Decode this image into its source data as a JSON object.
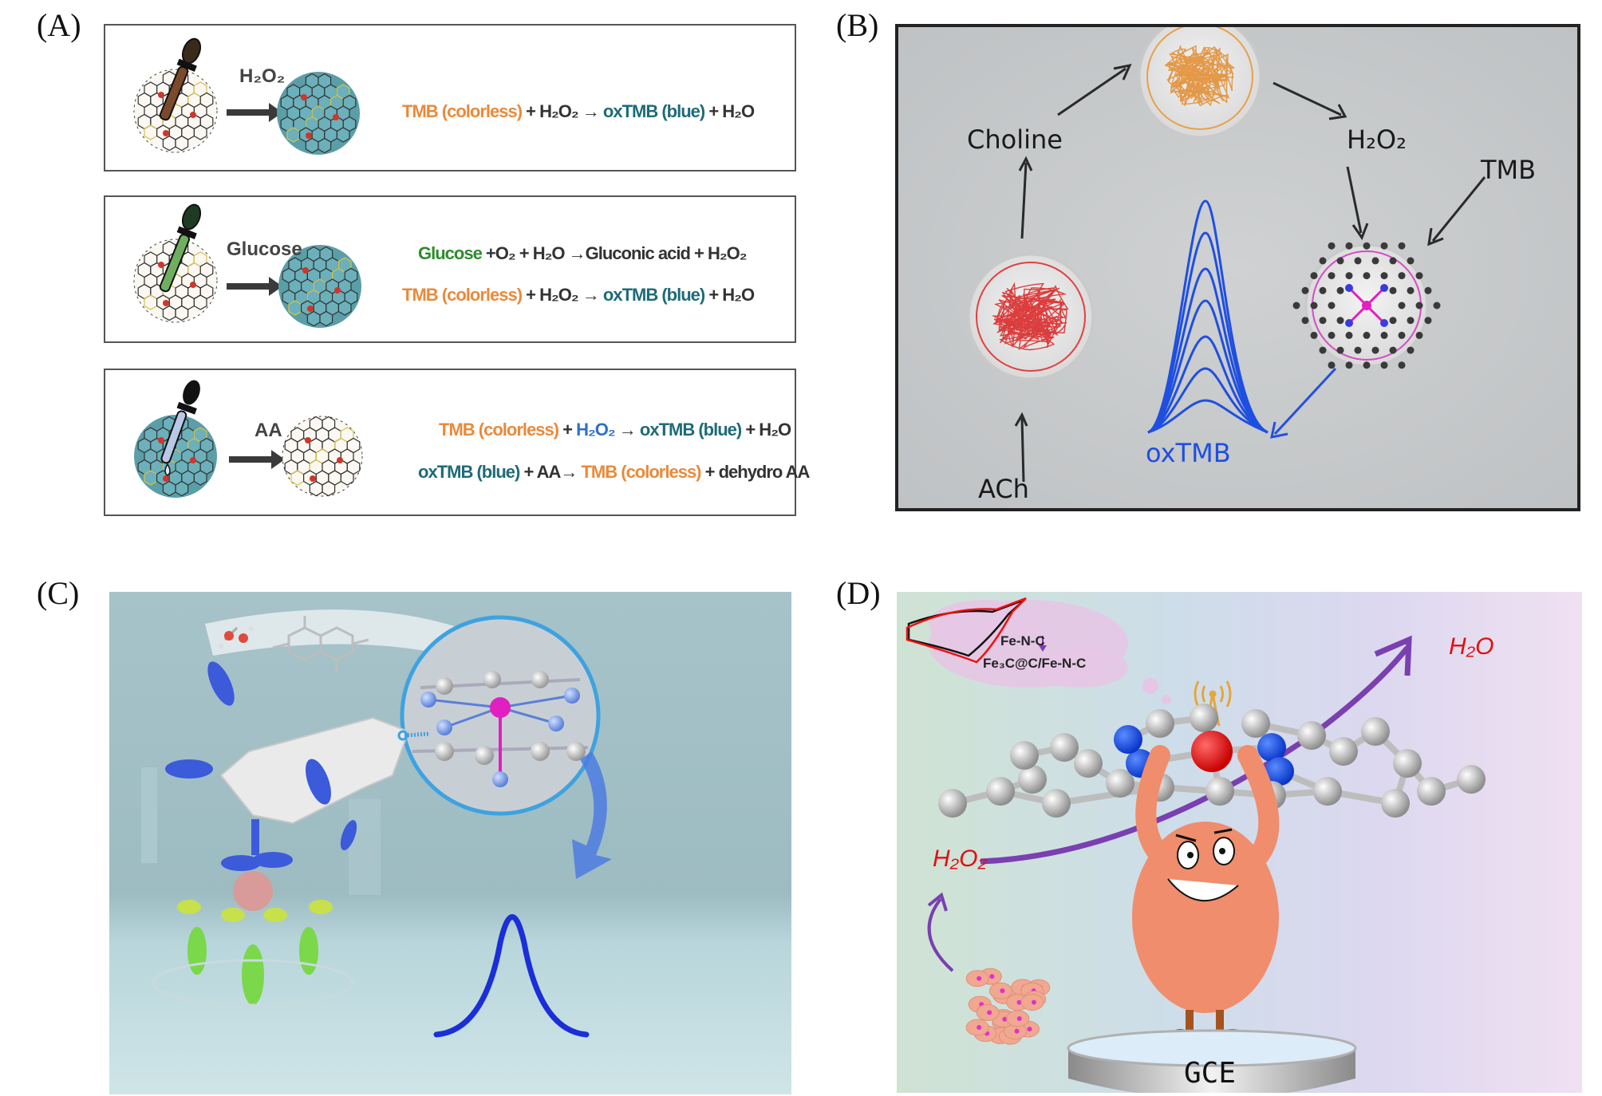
{
  "panels": {
    "A": {
      "label": "(A)",
      "rows": [
        {
          "reagent": "H₂O₂",
          "equations": [
            {
              "parts": [
                {
                  "text": "TMB (colorless)",
                  "color": "orange"
                },
                {
                  "text": " + H₂O₂ → ",
                  "color": "dark"
                },
                {
                  "text": "oxTMB (blue)",
                  "color": "teal"
                },
                {
                  "text": " + H₂O",
                  "color": "dark"
                }
              ]
            }
          ]
        },
        {
          "reagent": "Glucose",
          "equations": [
            {
              "parts": [
                {
                  "text": "Glucose",
                  "color": "green"
                },
                {
                  "text": " +O₂ + H₂O →Gluconic acid + H₂O₂",
                  "color": "dark"
                }
              ]
            },
            {
              "parts": [
                {
                  "text": "TMB (colorless)",
                  "color": "orange"
                },
                {
                  "text": " + H₂O₂ → ",
                  "color": "dark"
                },
                {
                  "text": "oxTMB (blue)",
                  "color": "teal"
                },
                {
                  "text": " + H₂O",
                  "color": "dark"
                }
              ]
            }
          ]
        },
        {
          "reagent": "AA",
          "equations": [
            {
              "parts": [
                {
                  "text": "TMB (colorless)",
                  "color": "orange"
                },
                {
                  "text": " + ",
                  "color": "dark"
                },
                {
                  "text": "H₂O₂",
                  "color": "blue"
                },
                {
                  "text": " → ",
                  "color": "dark"
                },
                {
                  "text": "oxTMB (blue)",
                  "color": "teal"
                },
                {
                  "text": " + H₂O",
                  "color": "dark"
                }
              ]
            },
            {
              "parts": [
                {
                  "text": "oxTMB (blue)",
                  "color": "teal"
                },
                {
                  "text": " + AA→ ",
                  "color": "dark"
                },
                {
                  "text": "TMB (colorless)",
                  "color": "orange"
                },
                {
                  "text": " + dehydro AA",
                  "color": "dark"
                }
              ]
            }
          ]
        }
      ]
    },
    "B": {
      "label": "(B)",
      "texts": {
        "choline": "Choline",
        "h2o2": "H₂O₂",
        "tmb": "TMB",
        "ach": "ACh",
        "oxtmb": "oxTMB"
      }
    },
    "C": {
      "label": "(C)"
    },
    "D": {
      "label": "(D)",
      "texts": {
        "fe_n_c": "Fe-N-C",
        "fe3c": "Fe₃C@C/Fe-N-C",
        "h2o": "H₂O",
        "h2o2": "H₂O₂",
        "gce": "GCE"
      }
    }
  },
  "colors": {
    "orange": "#e98a3a",
    "teal": "#1e6b78",
    "green": "#2e8b2e",
    "blue": "#2f6fc8",
    "dark": "#333333",
    "oxtmb_blue": "#1f4fe0",
    "purple_arrow": "#7a3fb0",
    "red_text": "#e01010"
  }
}
